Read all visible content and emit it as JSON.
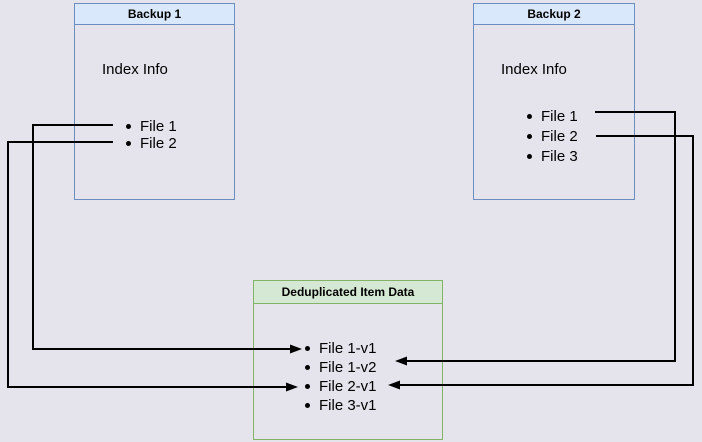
{
  "diagram": {
    "backup1": {
      "title": "Backup 1",
      "subtitle": "Index Info",
      "items": [
        "File 1",
        "File 2"
      ]
    },
    "backup2": {
      "title": "Backup 2",
      "subtitle": "Index Info",
      "items": [
        "File 1",
        "File 2",
        "File 3"
      ]
    },
    "dedup": {
      "title": "Deduplicated Item Data",
      "items": [
        "File 1-v1",
        "File 1-v2",
        "File 2-v1",
        "File 3-v1"
      ]
    },
    "connections": [
      {
        "from": "Backup 1 / File 1",
        "to": "File 1-v1",
        "route": "left"
      },
      {
        "from": "Backup 1 / File 2",
        "to": "File 2-v1",
        "route": "left"
      },
      {
        "from": "Backup 2 / File 1",
        "to": "File 1-v2",
        "route": "right"
      },
      {
        "from": "Backup 2 / File 2",
        "to": "File 2-v1",
        "route": "right"
      }
    ],
    "colors": {
      "page_bg": "#e5e4ed",
      "blue_header_fill": "#dae8fc",
      "blue_border": "#6c8ebf",
      "green_header_fill": "#d5e8d4",
      "green_border": "#82b366",
      "arrow": "#000000",
      "text": "#000000"
    }
  }
}
